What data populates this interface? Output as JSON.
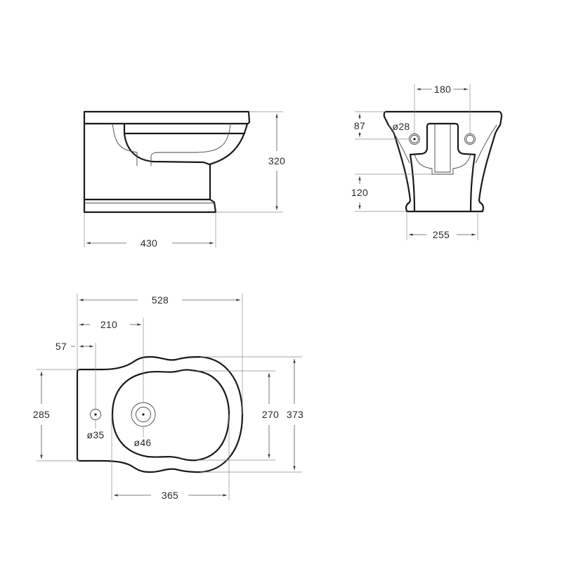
{
  "drawing": {
    "subject": "wall-hung bidet technical dimension drawing",
    "units": "mm",
    "line_color": "#1a1a1a",
    "background": "#ffffff"
  },
  "side_view": {
    "height_label": "320",
    "length_label": "430"
  },
  "front_view": {
    "tap_spacing_label": "180",
    "tap_height_label": "87",
    "tap_hole_label": "ø28",
    "fixing_height_label": "120",
    "base_width_label": "255"
  },
  "top_view": {
    "overall_length_label": "528",
    "drain_offset_label": "210",
    "tap_offset_label": "57",
    "back_width_label": "285",
    "tap_hole_label": "ø35",
    "drain_hole_label": "ø46",
    "bowl_width_label": "270",
    "overall_width_label": "373",
    "bowl_length_label": "365"
  }
}
